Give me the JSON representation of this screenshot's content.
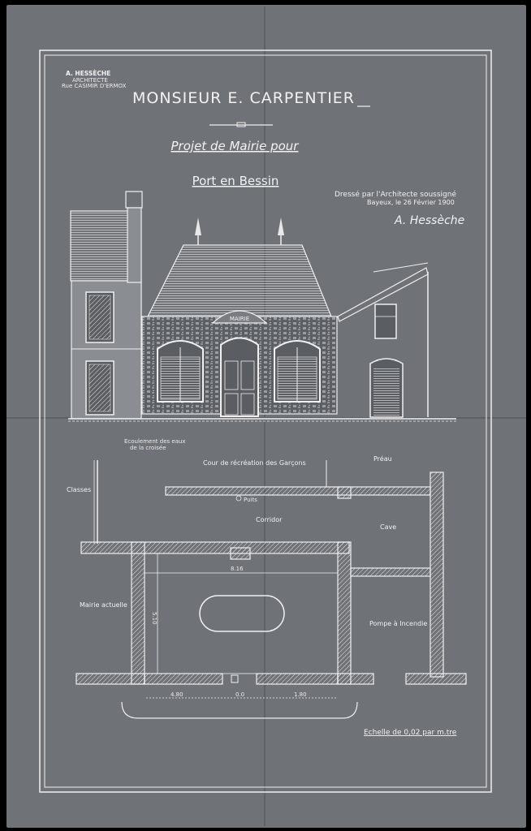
{
  "stamp": {
    "name": "A. HESSÈCHE",
    "line1": "ARCHITECTE",
    "line2": "Rue CASIMIR D'ERMOX"
  },
  "title": {
    "client": "MONSIEUR E. CARPENTIER",
    "project": "Projet de Mairie pour",
    "place": "Port en Bessin"
  },
  "signature": {
    "line1": "Dressé par l'Architecte soussigné",
    "line2": "Bayeux, le 26 Février 1900",
    "sign": "A. Hessèche"
  },
  "labels": {
    "drainage": "Ecoulement des eaux",
    "drainage2": "de la croisée",
    "courtyard": "Cour de récréation des Garçons",
    "preau": "Préau",
    "classes": "Classes",
    "puits": "Puits",
    "corridor": "Corridor",
    "cave": "Cave",
    "mairie": "Mairie actuelle",
    "pompe": "Pompe à Incendie",
    "scale": "Echelle de 0,02 par m.tre"
  },
  "dimensions": {
    "width": "8.16",
    "height": "5.10",
    "left": "4.80",
    "mid": "0.0",
    "right": "1.80"
  },
  "facade": {
    "sign": "MAIRIE"
  },
  "colors": {
    "paper": "#6f7276",
    "ink": "#f0f0f0"
  }
}
